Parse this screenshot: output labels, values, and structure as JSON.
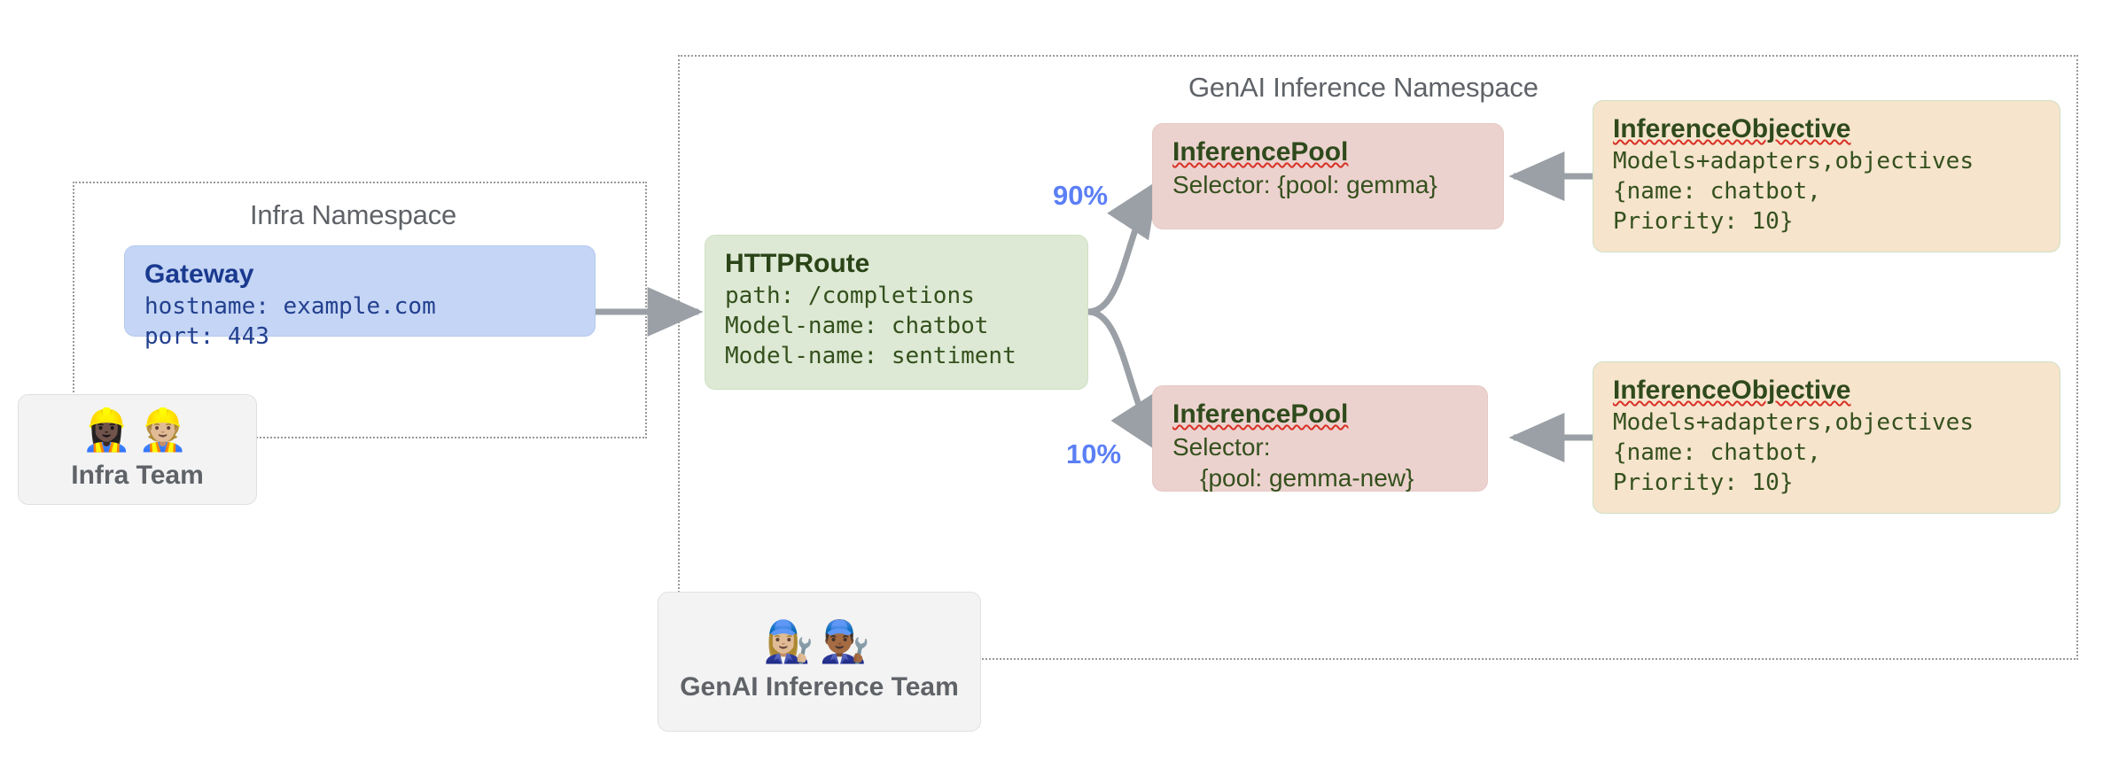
{
  "diagram": {
    "namespaces": [
      {
        "id": "infra",
        "title": "Infra Namespace"
      },
      {
        "id": "genai",
        "title": "GenAI Inference Namespace"
      }
    ],
    "gateway": {
      "title": "Gateway",
      "line1": "hostname: example.com",
      "line2": "port: 443"
    },
    "httproute": {
      "title": "HTTPRoute",
      "line1": "path: /completions",
      "line2": "Model-name: chatbot",
      "line3": "Model-name: sentiment"
    },
    "pools": [
      {
        "title": "InferencePool",
        "line1": "Selector: {pool: gemma}",
        "line2": ""
      },
      {
        "title": "InferencePool",
        "line1": "Selector:",
        "line2": "    {pool: gemma-new}"
      }
    ],
    "objectives": [
      {
        "title": "InferenceObjective",
        "line1": "Models+adapters,objectives",
        "line2": "{name: chatbot,",
        "line3": "Priority: 10}"
      },
      {
        "title": "InferenceObjective",
        "line1": "Models+adapters,objectives",
        "line2": "{name: chatbot,",
        "line3": "Priority: 10}"
      }
    ],
    "weights": [
      {
        "label": "90%"
      },
      {
        "label": "10%"
      }
    ],
    "teams": [
      {
        "id": "infra-team",
        "label": "Infra Team",
        "emojis": "👷🏿‍♀️👷🏼"
      },
      {
        "id": "genai-team",
        "label": "GenAI Inference Team",
        "emojis": "👩🏼‍🔧👨🏾‍🔧"
      }
    ],
    "colors": {
      "gateway_bg": "#c5d5f5",
      "httproute_bg": "#dde9d4",
      "pool_bg": "#ecd2ce",
      "objective_bg": "#f6e4cd",
      "team_bg": "#f3f3f3",
      "arrow": "#9aa0a6",
      "weight_text": "#5b7ff5",
      "namespace_border": "#999999",
      "spellcheck_underline": "#d93025"
    }
  }
}
